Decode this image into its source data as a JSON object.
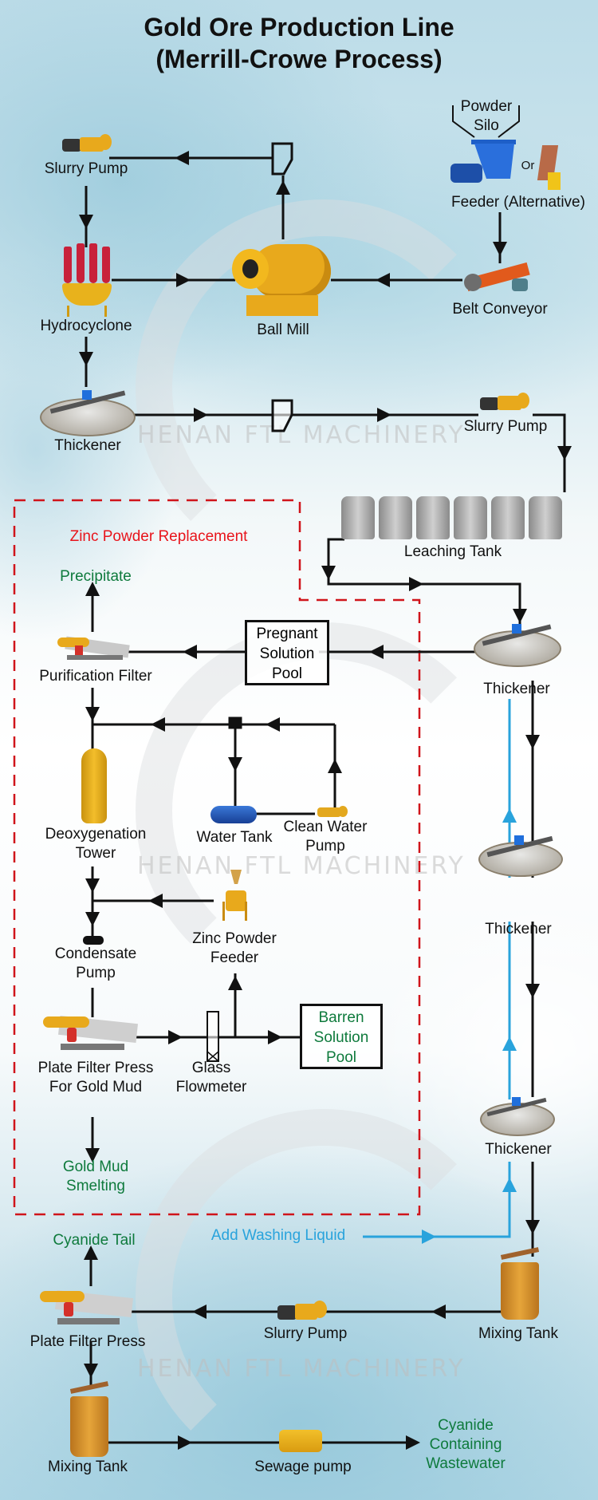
{
  "title": {
    "line1": "Gold Ore Production Line",
    "line2": "(Merrill-Crowe Process)"
  },
  "watermark": "HENAN FTL MACHINERY",
  "colors": {
    "flow_line": "#111111",
    "washing_line": "#29a3dc",
    "zone_border": "#d0141b",
    "zone_title": "#e8141b",
    "output_text": "#0e7a3c",
    "equipment_gold": "#e8a91c"
  },
  "grinding": {
    "slurry_pump_top": "Slurry Pump",
    "hydrocyclone": "Hydrocyclone",
    "ball_mill": "Ball Mill",
    "powder_silo_line1": "Powder",
    "powder_silo_line2": "Silo",
    "or": "Or",
    "feeder": "Feeder (Alternative)",
    "belt_conveyor": "Belt Conveyor"
  },
  "leaching": {
    "thickener_1": "Thickener",
    "slurry_pump": "Slurry Pump",
    "leaching_tank": "Leaching Tank",
    "leaching_tank_count": 6
  },
  "zinc_zone": {
    "title": "Zinc Powder Replacement",
    "precipitate": "Precipitate",
    "purification_filter": "Purification Filter",
    "pregnant_pool_line1": "Pregnant",
    "pregnant_pool_line2": "Solution",
    "pregnant_pool_line3": "Pool",
    "deox_line1": "Deoxygenation",
    "deox_line2": "Tower",
    "water_tank": "Water Tank",
    "clean_pump_line1": "Clean Water",
    "clean_pump_line2": "Pump",
    "condensate_line1": "Condensate",
    "condensate_line2": "Pump",
    "zinc_feeder_line1": "Zinc Powder",
    "zinc_feeder_line2": "Feeder",
    "plate_press_line1": "Plate Filter Press",
    "plate_press_line2": "For Gold Mud",
    "flowmeter_line1": "Glass",
    "flowmeter_line2": "Flowmeter",
    "barren_line1": "Barren",
    "barren_line2": "Solution",
    "barren_line3": "Pool",
    "gold_mud_line1": "Gold Mud",
    "gold_mud_line2": "Smelting"
  },
  "washing": {
    "thickener_2": "Thickener",
    "thickener_3": "Thickener",
    "thickener_4": "Thickener",
    "add_washing_liquid": "Add Washing Liquid"
  },
  "tailings": {
    "cyanide_tail": "Cyanide Tail",
    "plate_filter_press": "Plate Filter Press",
    "slurry_pump": "Slurry Pump",
    "mixing_tank_right": "Mixing Tank",
    "mixing_tank_left": "Mixing Tank",
    "sewage_pump": "Sewage pump",
    "wastewater_line1": "Cyanide",
    "wastewater_line2": "Containing",
    "wastewater_line3": "Wastewater"
  }
}
